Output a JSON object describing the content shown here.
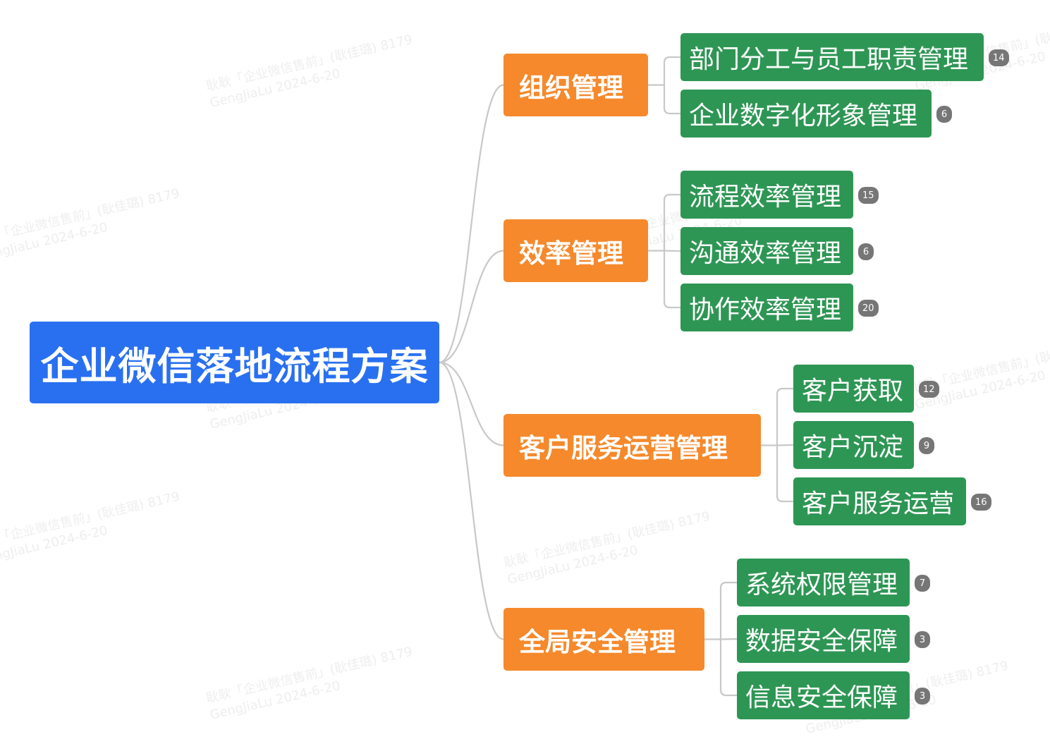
{
  "root": {
    "label": "企业微信落地流程方案"
  },
  "branches": [
    {
      "label": "组织管理",
      "children": [
        {
          "label": "部门分工与员工职责管理",
          "count": "14"
        },
        {
          "label": "企业数字化形象管理",
          "count": "6"
        }
      ]
    },
    {
      "label": "效率管理",
      "children": [
        {
          "label": "流程效率管理",
          "count": "15"
        },
        {
          "label": "沟通效率管理",
          "count": "6"
        },
        {
          "label": "协作效率管理",
          "count": "20"
        }
      ]
    },
    {
      "label": "客户服务运营管理",
      "children": [
        {
          "label": "客户获取",
          "count": "12"
        },
        {
          "label": "客户沉淀",
          "count": "9"
        },
        {
          "label": "客户服务运营",
          "count": "16"
        }
      ]
    },
    {
      "label": "全局安全管理",
      "children": [
        {
          "label": "系统权限管理",
          "count": "7"
        },
        {
          "label": "数据安全保障",
          "count": "3"
        },
        {
          "label": "信息安全保障",
          "count": "3"
        }
      ]
    }
  ],
  "watermark": {
    "line1": "耿耿「企业微信售前」(耿佳璐) 8179",
    "line2": "GengJiaLu 2024-6-20"
  },
  "colors": {
    "root": "#2970f0",
    "branch": "#f5892c",
    "leaf": "#2e9654",
    "badge": "#767676",
    "connector": "#c8c8c8"
  }
}
